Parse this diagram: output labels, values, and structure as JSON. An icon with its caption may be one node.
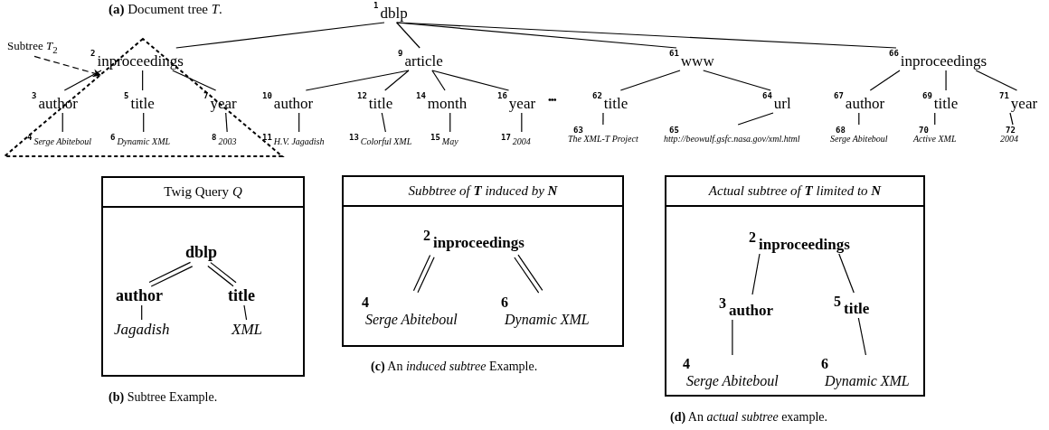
{
  "diagram": {
    "nodes": [
      {
        "text": [
          "Subtree *T*$_{2}$"
        ]
      },
      {
        "text": [],
        "shape": "triangle"
      },
      {
        "text": [
          "1",
          "dblp"
        ]
      },
      {
        "text": [
          "2",
          "inproceedings"
        ],
        "in": 1
      },
      {
        "text": [
          "3",
          "author"
        ],
        "in": 1
      },
      {
        "text": [
          "4",
          "Serge Abiteboul"
        ],
        "in": 1
      },
      {
        "text": [
          "5",
          "title"
        ],
        "in": 1
      },
      {
        "text": [
          "6",
          "Dynamic XML"
        ],
        "in": 1
      },
      {
        "text": [
          "7",
          "year"
        ],
        "in": 1
      },
      {
        "text": [
          "8",
          "2003"
        ],
        "in": 1
      },
      {
        "text": [
          "9",
          "article"
        ]
      },
      {
        "text": [
          "10",
          "author"
        ]
      },
      {
        "text": [
          "11",
          "H.V. Jagadish"
        ]
      },
      {
        "text": [
          "12",
          "title"
        ]
      },
      {
        "text": [
          "13",
          "Colorful XML"
        ]
      },
      {
        "text": [
          "14",
          "month"
        ]
      },
      {
        "text": [
          "15",
          "May"
        ]
      },
      {
        "text": [
          "16",
          "year"
        ]
      },
      {
        "text": [
          "17",
          "2004"
        ]
      },
      {
        "text": [
          "61",
          "www"
        ]
      },
      {
        "text": [
          "62",
          "title"
        ]
      },
      {
        "text": [
          "63",
          "The XML-T Project"
        ]
      },
      {
        "text": [
          "64",
          "url"
        ]
      },
      {
        "text": [
          "65",
          "http://beowulf.gsfc.nasa.gov/xml.html"
        ]
      },
      {
        "text": [
          "66",
          "inproceedings"
        ]
      },
      {
        "text": [
          "67",
          "author"
        ]
      },
      {
        "text": [
          "68",
          "Serge Abiteboul"
        ]
      },
      {
        "text": [
          "69",
          "title"
        ]
      },
      {
        "text": [
          "70",
          "Active XML"
        ]
      },
      {
        "text": [
          "71",
          "year"
        ]
      },
      {
        "text": [
          "72",
          "2004"
        ]
      },
      {
        "text": [
          "Twig Query *Q*"
        ],
        "beside": [
          "**(b)** Subtree Example."
        ]
      },
      {
        "text": [
          "dblp"
        ],
        "in": 31
      },
      {
        "text": [
          "author"
        ],
        "in": 31
      },
      {
        "text": [
          "Jagadish"
        ],
        "in": 31
      },
      {
        "text": [
          "title"
        ],
        "in": 31
      },
      {
        "text": [
          "XML"
        ],
        "in": 31
      },
      {
        "text": [
          "Subbtree of **T** induced by **N**"
        ],
        "beside": [
          "**(c)** An *induced subtree* Example."
        ]
      },
      {
        "text": [
          "2",
          "inproceedings"
        ],
        "in": 37
      },
      {
        "text": [
          "4",
          "Serge Abiteboul"
        ],
        "in": 37
      },
      {
        "text": [
          "6",
          "Dynamic XML"
        ],
        "in": 37
      },
      {
        "text": [
          "Actual subtree of **T** limited to **N**"
        ],
        "beside": [
          "**(d)** An *actual subtree* example."
        ]
      },
      {
        "text": [
          "2",
          "inproceedings"
        ],
        "in": 41
      },
      {
        "text": [
          "3",
          "author"
        ],
        "in": 41
      },
      {
        "text": [
          "4",
          "Serge Abiteboul"
        ],
        "in": 41
      },
      {
        "text": [
          "5",
          "title"
        ],
        "in": 41
      },
      {
        "text": [
          "6",
          "Dynamic XML"
        ],
        "in": 41
      }
    ],
    "edges": [
      {
        "from": 0,
        "to": 1,
        "arrow": "to",
        "style": "dashed"
      },
      {
        "from": 2,
        "to": 3,
        "arrow": "none"
      },
      {
        "from": 2,
        "to": 10,
        "arrow": "none"
      },
      {
        "from": 2,
        "to": 19,
        "arrow": "none"
      },
      {
        "from": 2,
        "to": 24,
        "arrow": "none"
      },
      {
        "from": 3,
        "to": 4,
        "arrow": "none"
      },
      {
        "from": 3,
        "to": 6,
        "arrow": "none"
      },
      {
        "from": 3,
        "to": 8,
        "arrow": "none"
      },
      {
        "from": 4,
        "to": 5,
        "arrow": "none"
      },
      {
        "from": 6,
        "to": 7,
        "arrow": "none"
      },
      {
        "from": 8,
        "to": 9,
        "arrow": "none"
      },
      {
        "from": 10,
        "to": 11,
        "arrow": "none"
      },
      {
        "from": 10,
        "to": 13,
        "arrow": "none"
      },
      {
        "from": 10,
        "to": 15,
        "arrow": "none"
      },
      {
        "from": 10,
        "to": 17,
        "arrow": "none"
      },
      {
        "from": 11,
        "to": 12,
        "arrow": "none"
      },
      {
        "from": 13,
        "to": 14,
        "arrow": "none"
      },
      {
        "from": 15,
        "to": 16,
        "arrow": "none"
      },
      {
        "from": 17,
        "to": 18,
        "arrow": "none"
      },
      {
        "from": 19,
        "to": 20,
        "arrow": "none"
      },
      {
        "from": 19,
        "to": 22,
        "arrow": "none"
      },
      {
        "from": 20,
        "to": 21,
        "arrow": "none"
      },
      {
        "from": 22,
        "to": 23,
        "arrow": "none"
      },
      {
        "from": 24,
        "to": 25,
        "arrow": "none"
      },
      {
        "from": 24,
        "to": 27,
        "arrow": "none"
      },
      {
        "from": 24,
        "to": 29,
        "arrow": "none"
      },
      {
        "from": 25,
        "to": 26,
        "arrow": "none"
      },
      {
        "from": 27,
        "to": 28,
        "arrow": "none"
      },
      {
        "from": 29,
        "to": 30,
        "arrow": "none"
      },
      {
        "from": 32,
        "to": 33,
        "arrow": "none"
      },
      {
        "from": 32,
        "to": 35,
        "arrow": "none"
      },
      {
        "from": 33,
        "to": 34,
        "arrow": "none"
      },
      {
        "from": 35,
        "to": 36,
        "arrow": "none"
      },
      {
        "from": 38,
        "to": 39,
        "arrow": "none"
      },
      {
        "from": 38,
        "to": 40,
        "arrow": "none"
      },
      {
        "from": 42,
        "to": 43,
        "arrow": "none"
      },
      {
        "from": 42,
        "to": 45,
        "arrow": "none"
      },
      {
        "from": 43,
        "to": 44,
        "arrow": "none"
      },
      {
        "from": 45,
        "to": 46,
        "arrow": "none"
      }
    ],
    "labels": [
      "**(a)** Document tree *T*.",
      "•••"
    ]
  }
}
